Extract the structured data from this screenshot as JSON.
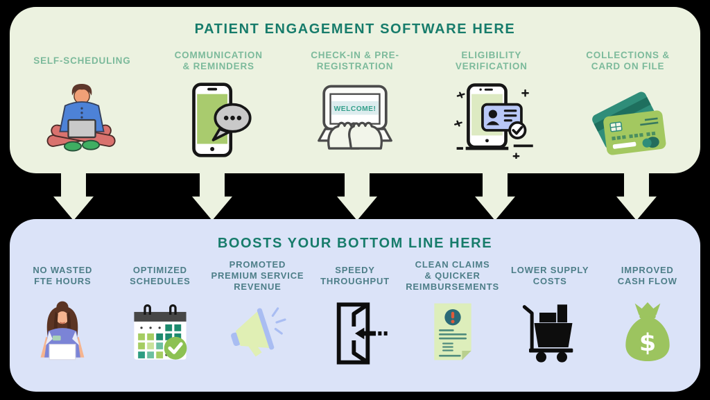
{
  "colors": {
    "background": "#000000",
    "top_panel_bg": "#ecf2e0",
    "bottom_panel_bg": "#dbe3f8",
    "title_teal": "#177c6b",
    "top_label_green": "#7cba9b",
    "bottom_label_slate": "#4d7e88",
    "accent_green": "#9cc45f",
    "accent_teal": "#2f8d79",
    "accent_periwinkle": "#a9bdf2"
  },
  "top_panel": {
    "title": "PATIENT ENGAGEMENT SOFTWARE HERE",
    "items": [
      {
        "label": "SELF-SCHEDULING",
        "icon": "person-laptop-icon"
      },
      {
        "label": "COMMUNICATION\n& REMINDERS",
        "icon": "phone-chat-icon"
      },
      {
        "label": "CHECK-IN & PRE-\nREGISTRATION",
        "icon": "welcome-screen-icon"
      },
      {
        "label": "ELIGIBILITY\nVERIFICATION",
        "icon": "id-verification-icon"
      },
      {
        "label": "COLLECTIONS &\nCARD ON FILE",
        "icon": "credit-cards-icon"
      }
    ]
  },
  "bottom_panel": {
    "title": "BOOSTS YOUR BOTTOM LINE HERE",
    "items": [
      {
        "label": "NO WASTED\nFTE HOURS",
        "icon": "receptionist-icon"
      },
      {
        "label": "OPTIMIZED\nSCHEDULES",
        "icon": "calendar-check-icon"
      },
      {
        "label": "PROMOTED\nPREMIUM SERVICE\nREVENUE",
        "icon": "megaphone-icon"
      },
      {
        "label": "SPEEDY\nTHROUGHPUT",
        "icon": "open-door-icon"
      },
      {
        "label": "CLEAN CLAIMS\n& QUICKER\nREIMBURSEMENTS",
        "icon": "claim-document-icon"
      },
      {
        "label": "LOWER  SUPPLY\nCOSTS",
        "icon": "supply-cart-icon"
      },
      {
        "label": "IMPROVED\nCASH FLOW",
        "icon": "money-bag-icon"
      }
    ]
  },
  "icon_texts": {
    "welcome_screen": "WELCOME!",
    "money_bag_symbol": "$"
  }
}
